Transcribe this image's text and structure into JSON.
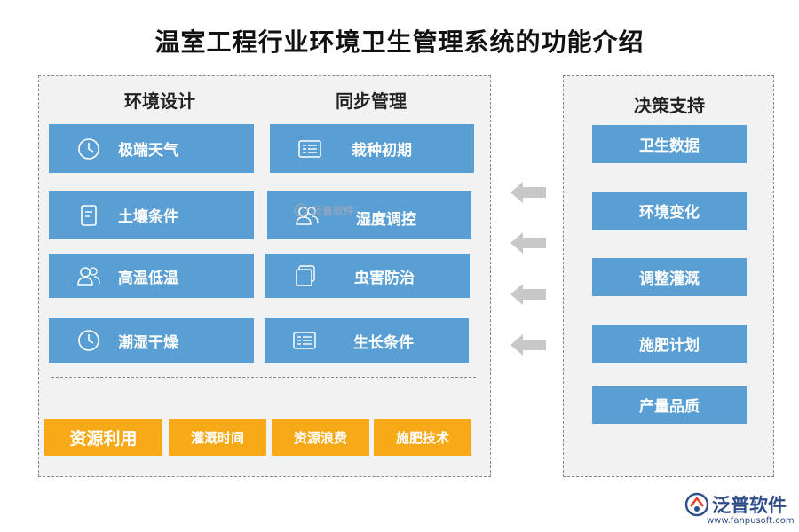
{
  "title": "温室工程行业环境卫生管理系统的功能介绍",
  "left_panel": {
    "col1_title": "环境设计",
    "col2_title": "同步管理",
    "col1_items": [
      {
        "label": "极端天气",
        "icon": "clock-icon"
      },
      {
        "label": "土壤条件",
        "icon": "document-icon"
      },
      {
        "label": "高温低温",
        "icon": "users-icon"
      },
      {
        "label": "潮湿干燥",
        "icon": "clock-icon"
      }
    ],
    "col2_items": [
      {
        "label": "栽种初期",
        "icon": "list-icon"
      },
      {
        "label": "湿度调控",
        "icon": "users-icon"
      },
      {
        "label": "虫害防治",
        "icon": "stack-icon"
      },
      {
        "label": "生长条件",
        "icon": "list-icon"
      }
    ],
    "bottom": {
      "main": "资源利用",
      "items": [
        "灌溉时间",
        "资源浪费",
        "施肥技术"
      ]
    }
  },
  "right_panel": {
    "title": "决策支持",
    "items": [
      "卫生数据",
      "环境变化",
      "调整灌溉",
      "施肥计划",
      "产量品质"
    ]
  },
  "watermark": {
    "text": "泛普软件"
  },
  "brand": {
    "name": "泛普软件",
    "url": "www.fanpusoft.com"
  },
  "colors": {
    "box_blue": "#5a9fd4",
    "orange": "#f8a918",
    "panel_bg": "#f2f2f2",
    "arrow_gray": "#c8c8c8",
    "brand_blue": "#2f4d8a"
  }
}
